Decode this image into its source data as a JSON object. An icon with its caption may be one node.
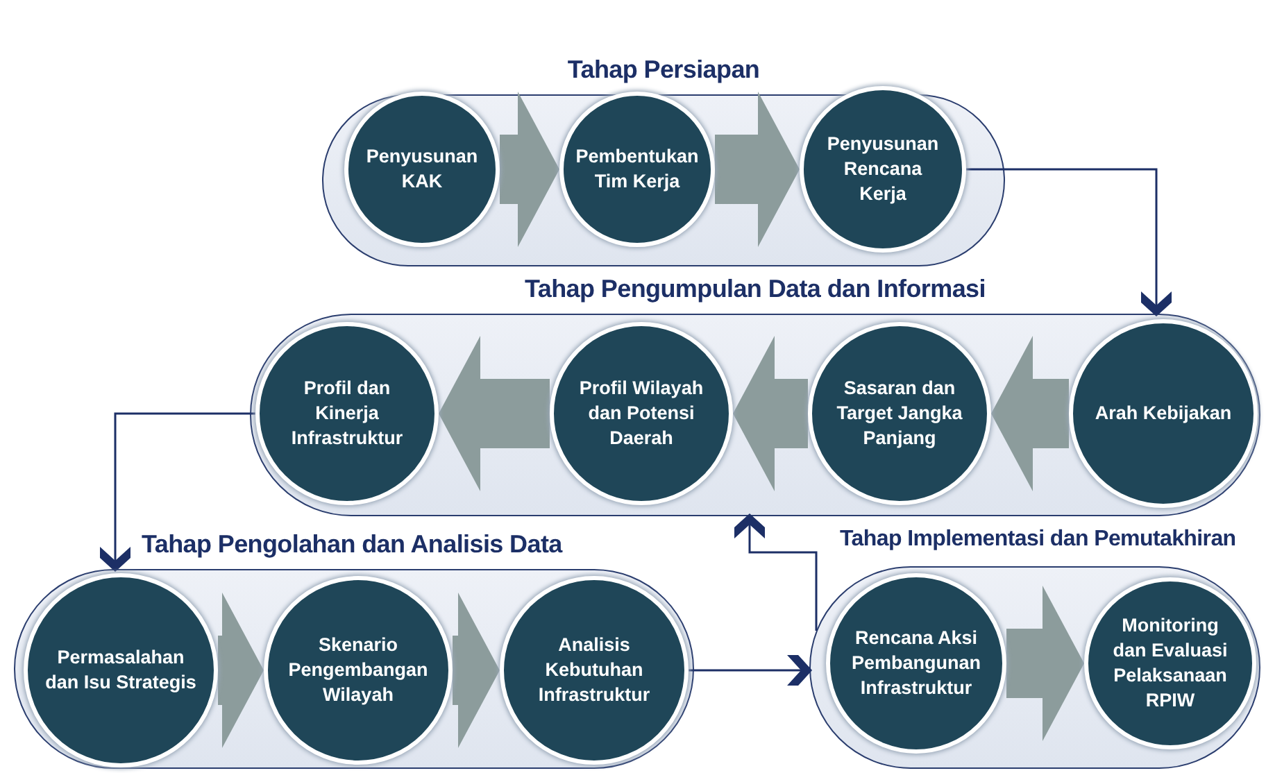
{
  "diagram": {
    "nodes": [
      {
        "text": [
          "Tahap Persiapan"
        ]
      },
      {
        "text": [
          "Penyusunan KAK"
        ],
        "in": 0
      },
      {
        "text": [
          "Pembentukan Tim Kerja"
        ],
        "in": 0
      },
      {
        "text": [
          "Penyusunan Rencana Kerja"
        ],
        "in": 0
      },
      {
        "text": [
          "Tahap Pengumpulan Data dan Informasi"
        ]
      },
      {
        "text": [
          "Profil dan Kinerja Infrastruktur"
        ],
        "in": 4
      },
      {
        "text": [
          "Profil Wilayah dan Potensi Daerah"
        ],
        "in": 4
      },
      {
        "text": [
          "Sasaran dan Target Jangka Panjang"
        ],
        "in": 4
      },
      {
        "text": [
          "Arah Kebijakan"
        ],
        "in": 4
      },
      {
        "text": [
          "Tahap Pengolahan dan Analisis Data"
        ]
      },
      {
        "text": [
          "Permasalahan dan Isu Strategis"
        ],
        "in": 9
      },
      {
        "text": [
          "Skenario Pengembangan Wilayah"
        ],
        "in": 9
      },
      {
        "text": [
          "Analisis Kebutuhan Infrastruktur"
        ],
        "in": 9
      },
      {
        "text": [
          "Tahap Implementasi dan Pemutakhiran"
        ]
      },
      {
        "text": [
          "Rencana Aksi Pembangunan Infrastruktur"
        ],
        "in": 13
      },
      {
        "text": [
          "Monitoring dan Evaluasi Pelaksanaan RPIW"
        ],
        "in": 13
      }
    ],
    "edges": [
      {
        "from": 1,
        "to": 2,
        "arrow": "to"
      },
      {
        "from": 2,
        "to": 3,
        "arrow": "to"
      },
      {
        "from": 3,
        "to": 4,
        "arrow": "to",
        "color": "#1c2f66"
      },
      {
        "from": 8,
        "to": 7,
        "arrow": "to"
      },
      {
        "from": 7,
        "to": 6,
        "arrow": "to"
      },
      {
        "from": 6,
        "to": 5,
        "arrow": "to"
      },
      {
        "from": 5,
        "to": 9,
        "arrow": "to",
        "color": "#1c2f66"
      },
      {
        "from": 10,
        "to": 11,
        "arrow": "to"
      },
      {
        "from": 11,
        "to": 12,
        "arrow": "to"
      },
      {
        "from": 12,
        "to": 13,
        "arrow": "to",
        "color": "#1c2f66"
      },
      {
        "from": 14,
        "to": 15,
        "arrow": "to"
      },
      {
        "from": 13,
        "to": 4,
        "arrow": "to",
        "color": "#1c2f66"
      }
    ]
  }
}
